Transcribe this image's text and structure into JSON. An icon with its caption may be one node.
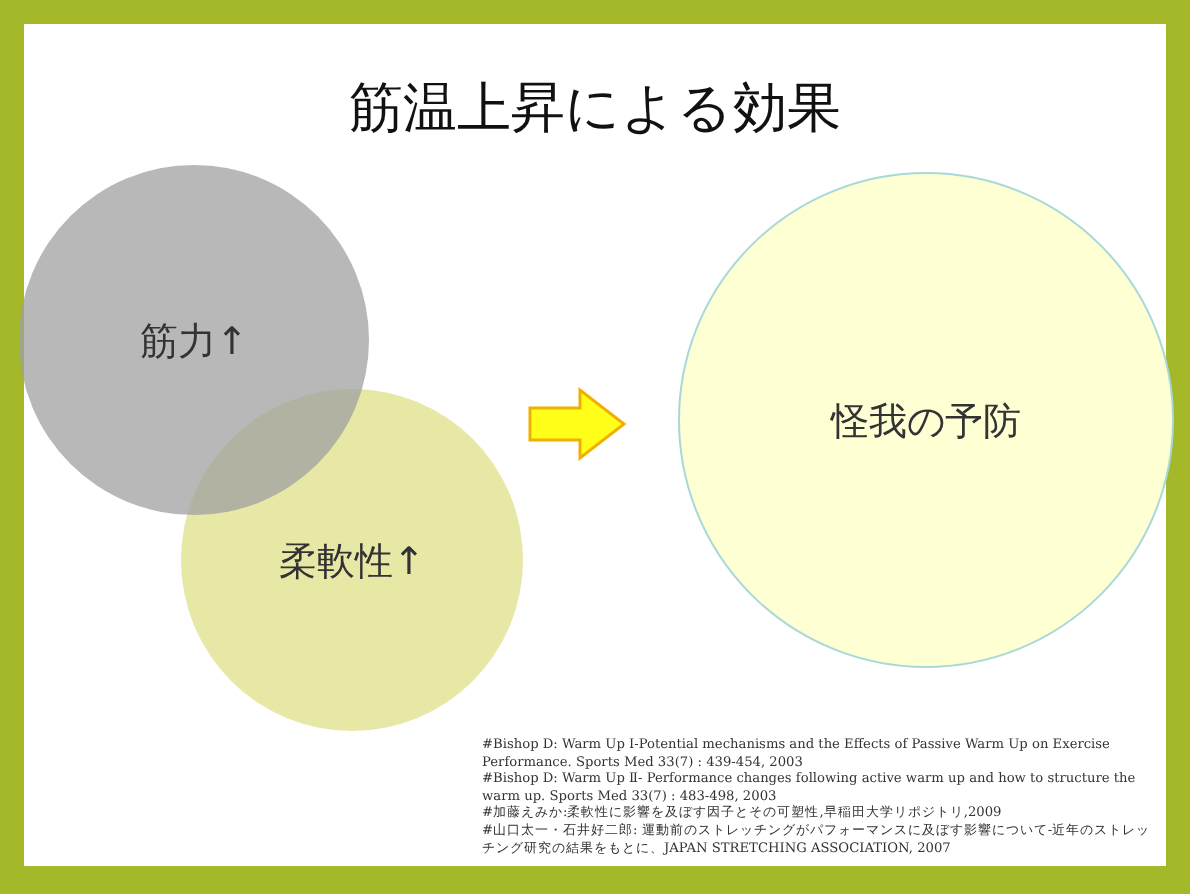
{
  "diagram": {
    "title": "筋温上昇による効果",
    "nodes": [
      {
        "text": [
          "筋力↑"
        ]
      },
      {
        "text": [
          "柔軟性↑"
        ]
      },
      {
        "text": [
          "怪我の予防"
        ]
      }
    ],
    "edges": [
      {
        "from": 1,
        "to": 2,
        "arrow": "to"
      }
    ],
    "labels": [
      "#Bishop D: Warm Up Ⅰ-Potential mechanisms and the Effects of Passive Warm Up on Exercise Performance. Sports Med 33(7) : 439-454, 2003",
      "#Bishop D: Warm Up Ⅱ- Performance changes following active warm up and how to structure the warm up. Sports Med 33(7) : 483-498, 2003",
      "#加藤えみか:柔軟性に影響を及ぼす因子とその可塑性,早稲田大学リポジトリ,2009",
      "#山口太一・石井好二郎: 運動前のストレッチングがパフォーマンスに及ぼす影響について-近年のストレッチング研究の結果をもとに、JAPAN STRETCHING ASSOCIATION, 2007"
    ]
  }
}
